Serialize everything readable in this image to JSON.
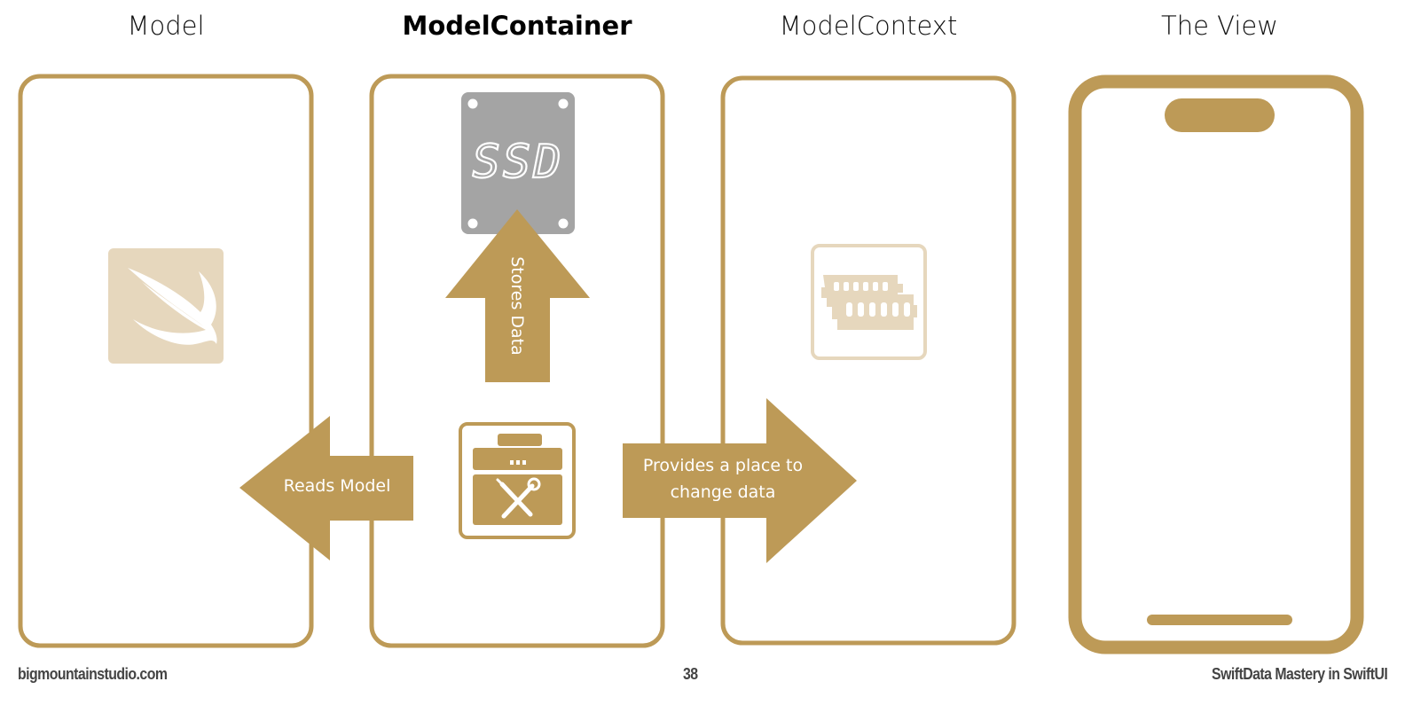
{
  "columns": {
    "model": "Model",
    "container": "ModelContainer",
    "context": "ModelContext",
    "view": "The View"
  },
  "arrows": {
    "stores": "Stores Data",
    "reads": "Reads Model",
    "provides_line1": "Provides a place to",
    "provides_line2": "change data"
  },
  "ssd_label": "SSD",
  "footer": {
    "site": "bigmountainstudio.com",
    "page": "38",
    "book": "SwiftData Mastery in SwiftUI"
  },
  "colors": {
    "gold": "#bd9a57",
    "light_gold": "#e6d7bd",
    "ssd_gray": "#a4a4a4"
  }
}
